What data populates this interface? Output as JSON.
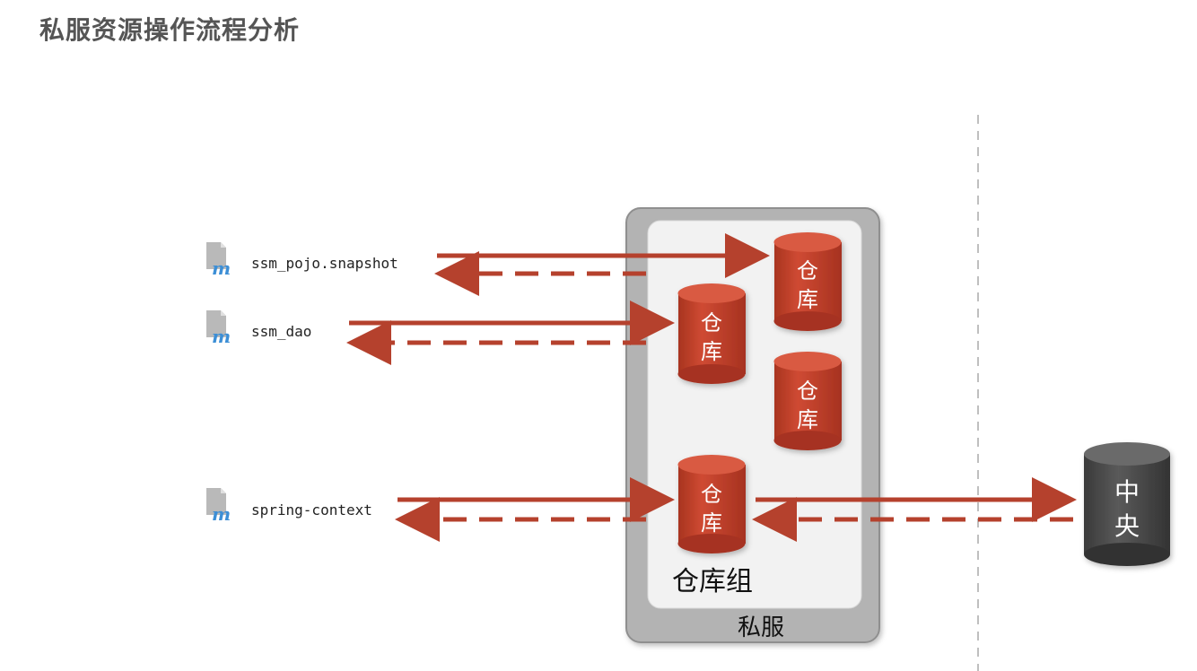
{
  "title": "私服资源操作流程分析",
  "modules": [
    {
      "name": "ssm_pojo.snapshot",
      "icon": "maven-module-icon"
    },
    {
      "name": "ssm_dao",
      "icon": "maven-module-icon"
    },
    {
      "name": "spring-context",
      "icon": "maven-module-icon"
    }
  ],
  "repositories": [
    {
      "label_line1": "仓",
      "label_line2": "库"
    },
    {
      "label_line1": "仓",
      "label_line2": "库"
    },
    {
      "label_line1": "仓",
      "label_line2": "库"
    },
    {
      "label_line1": "仓",
      "label_line2": "库"
    }
  ],
  "repository_group_label": "仓库组",
  "private_server_label": "私服",
  "central": {
    "label_line1": "中",
    "label_line2": "央"
  },
  "colors": {
    "arrow": "#b5412d",
    "repository": "#c9432e",
    "central": "#4a4a4a",
    "server_frame": "#b3b3b3",
    "group_panel": "#f2f2f2",
    "divider": "#bfbfbf"
  }
}
